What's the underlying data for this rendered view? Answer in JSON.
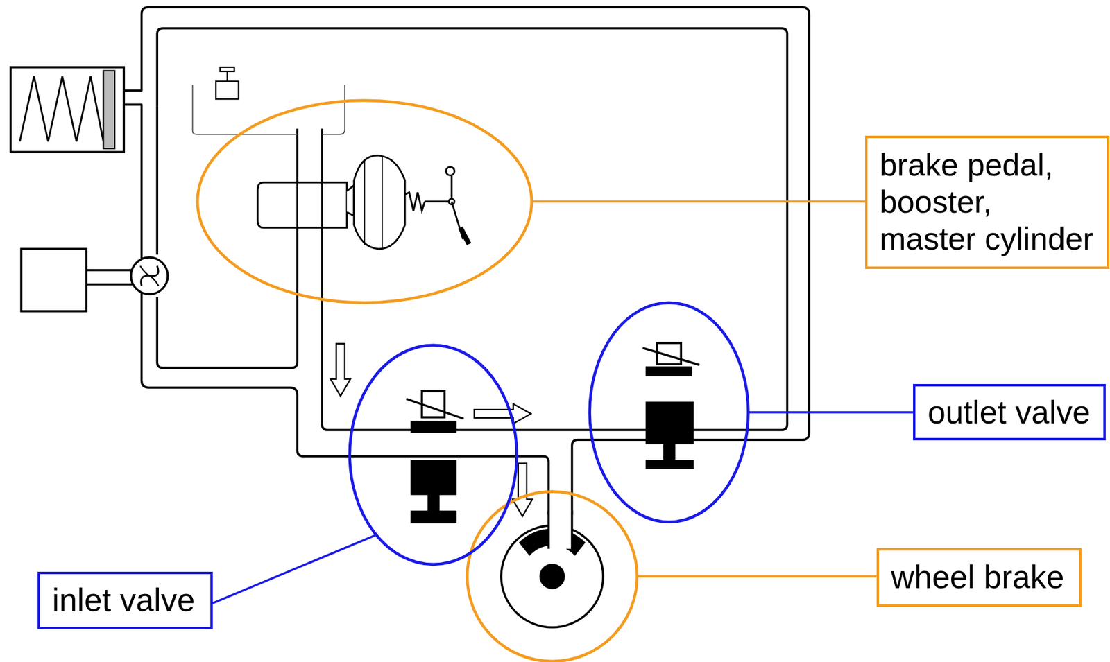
{
  "diagram": {
    "nodes": [
      {
        "text": [
          "brake pedal, booster, master cylinder"
        ]
      },
      {
        "text": [
          "outlet valve"
        ]
      },
      {
        "text": [
          "wheel brake"
        ]
      },
      {
        "text": [
          "inlet valve"
        ]
      }
    ]
  }
}
